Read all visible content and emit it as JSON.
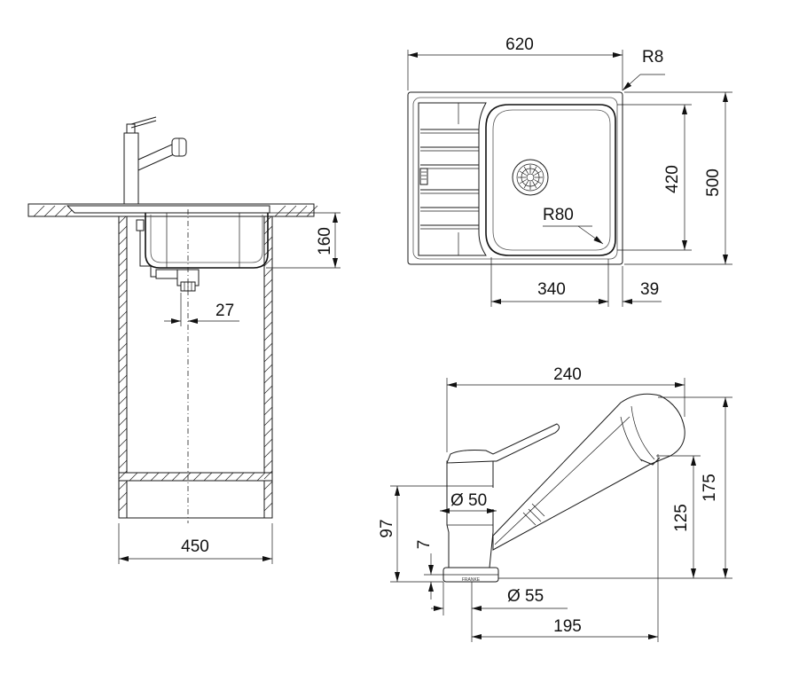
{
  "top_view": {
    "width": "620",
    "depth": "500",
    "corner_radius": "R8",
    "bowl_depth": "420",
    "bowl_radius": "R80",
    "bowl_width": "340",
    "edge_offset": "39"
  },
  "side_view": {
    "bowl_height": "160",
    "drain_offset": "27",
    "cabinet_width": "450"
  },
  "tap_view": {
    "reach": "240",
    "base_diameter": "Ø 50",
    "outlet_diameter": "Ø 55",
    "total_height": "175",
    "spout_height": "125",
    "body_height": "97",
    "base_height": "7",
    "spout_reach": "195"
  }
}
